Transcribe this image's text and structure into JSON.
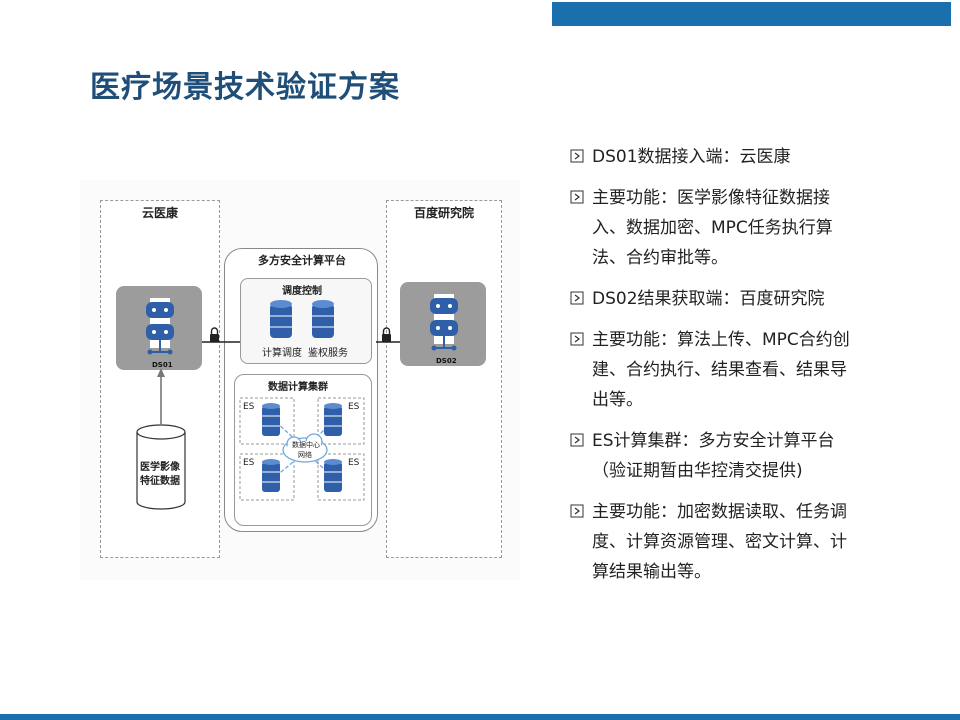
{
  "page": {
    "title": "医疗场景技术验证方案"
  },
  "diagram": {
    "left_panel_title": "云医康",
    "right_panel_title": "百度研究院",
    "mpc_title": "多方安全计算平台",
    "dispatch_title": "调度控制",
    "dispatch_left": "计算调度",
    "dispatch_right": "鉴权服务",
    "cluster_title": "数据计算集群",
    "es": "ES",
    "network_label_1": "数据中心",
    "network_label_2": "网络",
    "ds01": "DS01",
    "ds02": "DS02",
    "db_label_1": "医学影像",
    "db_label_2": "特征数据"
  },
  "bullets": [
    "DS01数据接入端：云医康",
    "主要功能：医学影像特征数据接入、数据加密、MPC任务执行算法、合约审批等。",
    "DS02结果获取端：百度研究院",
    "主要功能：算法上传、MPC合约创建、合约执行、结果查看、结果导出等。",
    "ES计算集群：多方安全计算平台（验证期暂由华控清交提供)",
    "主要功能：加密数据读取、任务调度、计算资源管理、密文计算、计算结果输出等。"
  ],
  "colors": {
    "accent": "#1a6fad",
    "title": "#1f4e79",
    "icon_blue": "#2f5fa8"
  }
}
